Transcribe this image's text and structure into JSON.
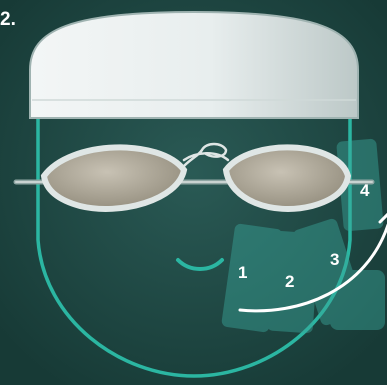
{
  "corner_label": "2.",
  "steps": [
    {
      "label": "1"
    },
    {
      "label": "2"
    },
    {
      "label": "3"
    },
    {
      "label": "4"
    }
  ],
  "colors": {
    "background": "#1f4541",
    "face_outline": "#2bb6a2",
    "cap": "#e9eeee",
    "lens": "#a8a293",
    "hand": "#3aa79b",
    "arrow": "#ffffff"
  },
  "icons": [
    "swim-cap-icon",
    "goggles-icon",
    "face-icon",
    "hand-icon",
    "rotation-arrow-icon"
  ]
}
